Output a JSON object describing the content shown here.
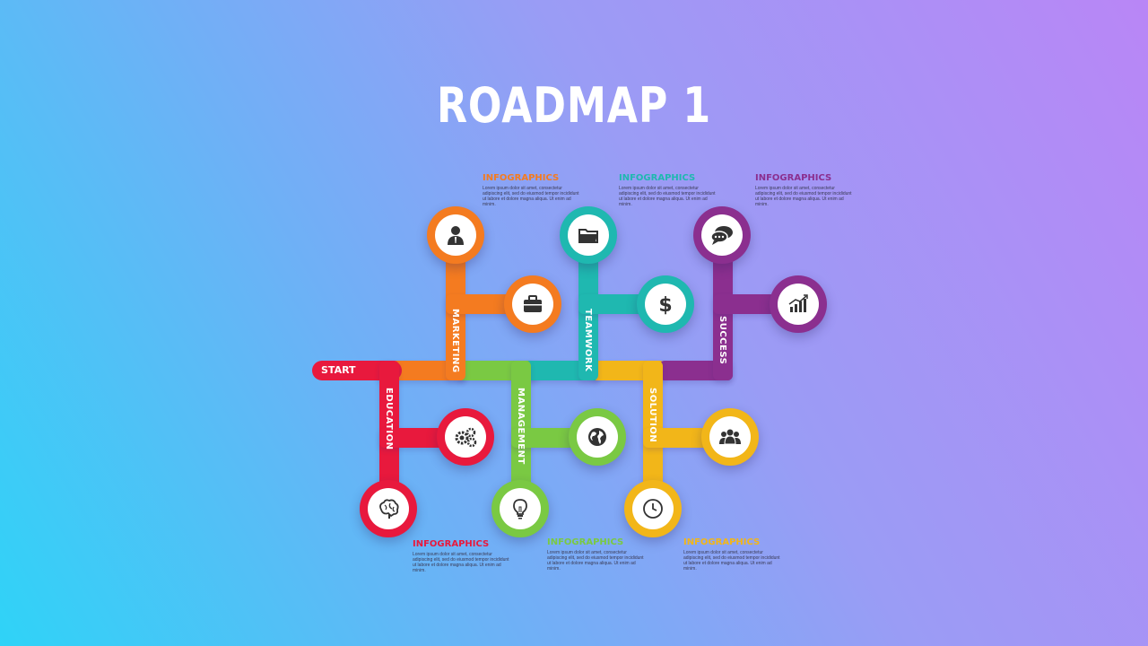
{
  "title": "ROADMAP 1",
  "start_label": "START",
  "chevron": "»",
  "branches": {
    "marketing": {
      "label": "MARKETING",
      "color": "#f47b20"
    },
    "teamwork": {
      "label": "TEAMWORK",
      "color": "#1fb8b0"
    },
    "success": {
      "label": "SUCCESS",
      "color": "#8b2f8f"
    },
    "education": {
      "label": "EDUCATION",
      "color": "#e8193d"
    },
    "management": {
      "label": "MANAGEMENT",
      "color": "#7ac943"
    },
    "solution": {
      "label": "SOLUTION",
      "color": "#f2b619"
    }
  },
  "info_blocks": {
    "top1": {
      "heading": "INFOGRAPHICS",
      "text": "Lorem ipsum dolor sit amet, consectetur adipiscing elit, sed do eiusmod tempor incididunt ut labore et dolore magna aliqua. Ut enim ad minim.",
      "color": "#f47b20"
    },
    "top2": {
      "heading": "INFOGRAPHICS",
      "text": "Lorem ipsum dolor sit amet, consectetur adipiscing elit, sed do eiusmod tempor incididunt ut labore et dolore magna aliqua. Ut enim ad minim.",
      "color": "#1fb8b0"
    },
    "top3": {
      "heading": "INFOGRAPHICS",
      "text": "Lorem ipsum dolor sit amet, consectetur adipiscing elit, sed do eiusmod tempor incididunt ut labore et dolore magna aliqua. Ut enim ad minim.",
      "color": "#8b2f8f"
    },
    "bottom1": {
      "heading": "INFOGRAPHICS",
      "text": "Lorem ipsum dolor sit amet, consectetur adipiscing elit, sed do eiusmod tempor incididunt ut labore et dolore magna aliqua. Ut enim ad minim.",
      "color": "#e8193d"
    },
    "bottom2": {
      "heading": "INFOGRAPHICS",
      "text": "Lorem ipsum dolor sit amet, consectetur adipiscing elit, sed do eiusmod tempor incididunt ut labore et dolore magna aliqua. Ut enim ad minim.",
      "color": "#7ac943"
    },
    "bottom3": {
      "heading": "INFOGRAPHICS",
      "text": "Lorem ipsum dolor sit amet, consectetur adipiscing elit, sed do eiusmod tempor incididunt ut labore et dolore magna aliqua. Ut enim ad minim.",
      "color": "#f2b619"
    }
  },
  "icons": [
    "businessman-icon",
    "briefcase-icon",
    "folder-icon",
    "dollar-icon",
    "chat-bubbles-icon",
    "growth-chart-icon",
    "gears-icon",
    "brain-icon",
    "globe-icon",
    "lightbulb-icon",
    "clock-icon",
    "team-icon"
  ]
}
